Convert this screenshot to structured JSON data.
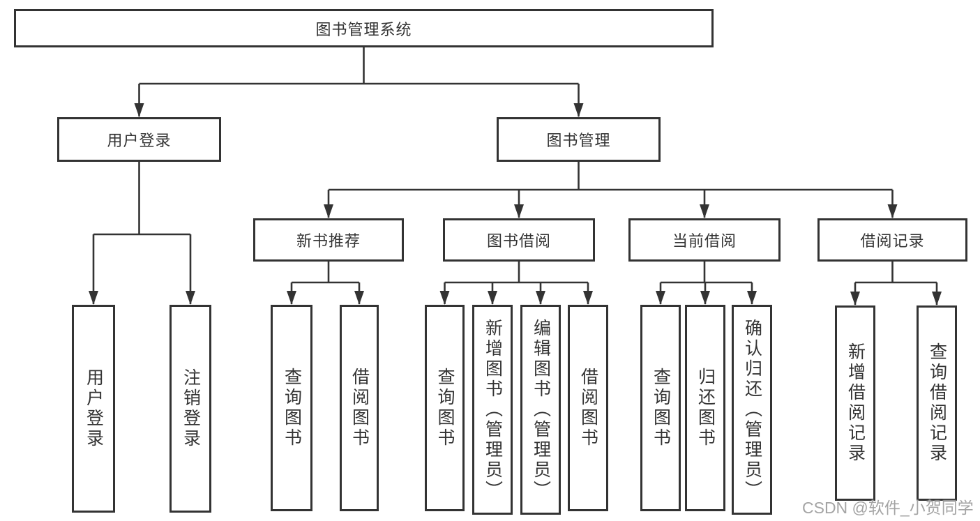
{
  "diagram": {
    "root": {
      "label": "图书管理系统"
    },
    "level2": [
      {
        "label": "用户登录"
      },
      {
        "label": "图书管理"
      }
    ],
    "level3": [
      {
        "label": "新书推荐"
      },
      {
        "label": "图书借阅"
      },
      {
        "label": "当前借阅"
      },
      {
        "label": "借阅记录"
      }
    ],
    "leaves": {
      "user_login": [
        "用户登录",
        "注销登录"
      ],
      "new_books": [
        "查询图书",
        "借阅图书"
      ],
      "book_borrow": [
        "查询图书",
        "新增图书（管理员）",
        "编辑图书（管理员）",
        "借阅图书"
      ],
      "current_borrow": [
        "查询图书",
        "归还图书",
        "确认归还（管理员）"
      ],
      "borrow_records": [
        "新增借阅记录",
        "查询借阅记录"
      ]
    }
  },
  "watermark": {
    "text": "CSDN @软件_小贺同学"
  },
  "colors": {
    "line": "#333333",
    "box_border": "#333333",
    "text": "#333333",
    "watermark": "#949494",
    "background": "#ffffff"
  }
}
